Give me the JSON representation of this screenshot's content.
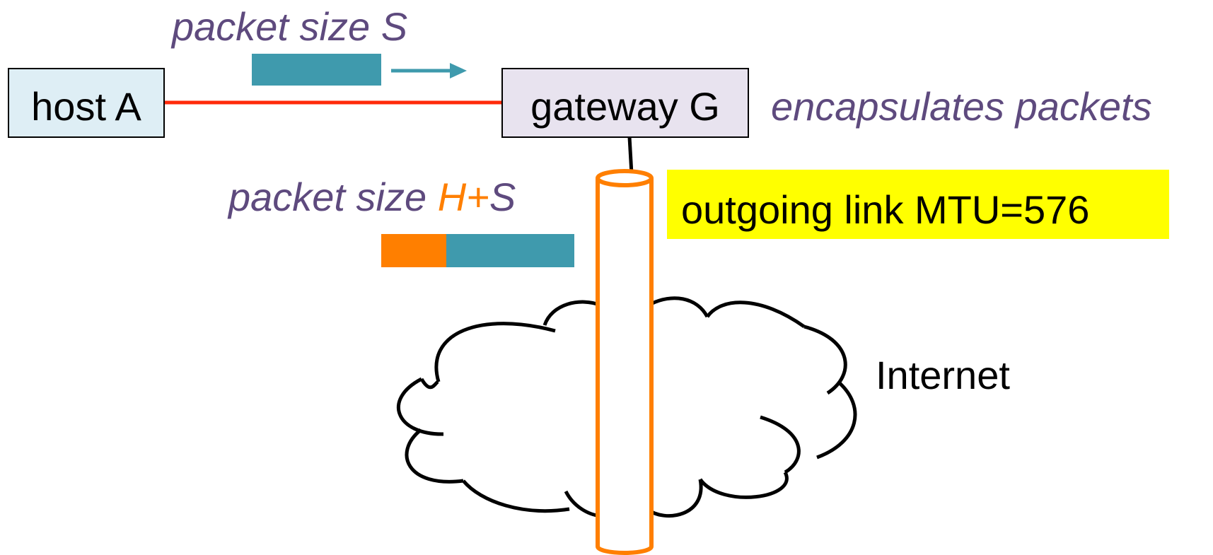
{
  "host": {
    "label": "host A"
  },
  "gateway": {
    "label": "gateway G",
    "note": "encapsulates packets"
  },
  "packet_original": {
    "prefix": "packet size ",
    "size_var": "S"
  },
  "packet_encapsulated": {
    "prefix": "packet size ",
    "header_var": "H",
    "plus": "+",
    "size_var": "S"
  },
  "outgoing_link": {
    "label": "outgoing link MTU=576"
  },
  "network": {
    "label": "Internet"
  },
  "colors": {
    "link_red": "#ff2a0a",
    "packet_payload": "#3f9aad",
    "packet_header": "#ff7f00",
    "highlight": "#ffff00",
    "pipe": "#ff7f00",
    "host_fill": "#deeef5",
    "gateway_fill": "#e8e3ef",
    "annotation": "#5e4a7e"
  }
}
